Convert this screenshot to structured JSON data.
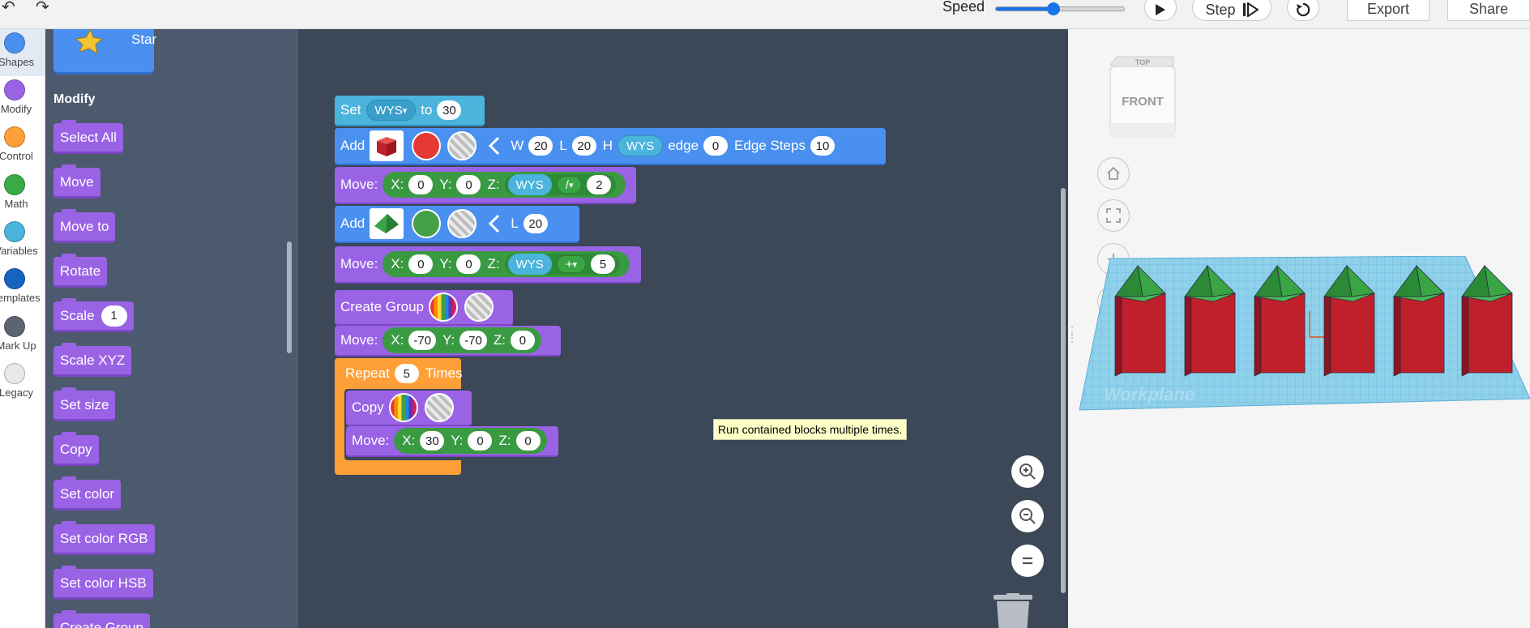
{
  "toolbar": {
    "undo_icon": "undo-arrow",
    "redo_icon": "redo-arrow",
    "speed_label": "Speed",
    "speed_value": 0.45,
    "step_label": "Step",
    "export_label": "Export",
    "share_label": "Share"
  },
  "categories": [
    {
      "label": "Shapes",
      "color": "#4a90f0",
      "selected": true
    },
    {
      "label": "Modify",
      "color": "#9a63e6"
    },
    {
      "label": "Control",
      "color": "#ff9f37"
    },
    {
      "label": "Math",
      "color": "#3aaa46"
    },
    {
      "label": "Variables",
      "color": "#4ab4dc"
    },
    {
      "label": "Templates",
      "color": "#1565c0"
    },
    {
      "label": "Mark Up",
      "color": "#5b6470"
    },
    {
      "label": "Legacy",
      "color": "#e8e8e8"
    }
  ],
  "flyout": {
    "star_label": "Star",
    "heading": "Modify",
    "blocks": [
      {
        "label": "Select All"
      },
      {
        "label": "Move"
      },
      {
        "label": "Move to"
      },
      {
        "label": "Rotate"
      },
      {
        "label": "Scale",
        "value": "1"
      },
      {
        "label": "Scale XYZ"
      },
      {
        "label": "Set size"
      },
      {
        "label": "Copy"
      },
      {
        "label": "Set color"
      },
      {
        "label": "Set color RGB"
      },
      {
        "label": "Set color HSB"
      },
      {
        "label": "Create Group"
      }
    ]
  },
  "program": {
    "set": {
      "label": "Set",
      "var": "WYS",
      "to": "to",
      "value": "30"
    },
    "add_box": {
      "label": "Add",
      "color": "#e53935",
      "w_label": "W",
      "w": "20",
      "l_label": "L",
      "l": "20",
      "h_label": "H",
      "h": "WYS",
      "edge_label": "edge",
      "edge": "0",
      "steps_label": "Edge Steps",
      "steps": "10"
    },
    "move1": {
      "label": "Move:",
      "x_label": "X:",
      "x": "0",
      "y_label": "Y:",
      "y": "0",
      "z_label": "Z:",
      "z_var": "WYS",
      "op": "/",
      "operand": "2"
    },
    "add_roof": {
      "label": "Add",
      "color": "#43a047",
      "l_label": "L",
      "l": "20"
    },
    "move2": {
      "label": "Move:",
      "x_label": "X:",
      "x": "0",
      "y_label": "Y:",
      "y": "0",
      "z_label": "Z:",
      "z_var": "WYS",
      "op": "+",
      "operand": "5"
    },
    "group": {
      "label": "Create Group"
    },
    "move3": {
      "label": "Move:",
      "x_label": "X:",
      "x": "-70",
      "y_label": "Y:",
      "y": "-70",
      "z_label": "Z:",
      "z": "0"
    },
    "repeat": {
      "label": "Repeat",
      "count": "5",
      "times": "Times"
    },
    "copy": {
      "label": "Copy"
    },
    "move4": {
      "label": "Move:",
      "x_label": "X:",
      "x": "30",
      "y_label": "Y:",
      "y": "0",
      "z_label": "Z:",
      "z": "0"
    }
  },
  "tooltip": "Run contained blocks multiple times.",
  "viewport": {
    "cube_top": "TOP",
    "cube_front": "FRONT",
    "workplane_label": "Workplane",
    "house_count": 6,
    "wall_color": "#c0202b",
    "roof_color": "#3aa544",
    "plane_color": "#8fd0ea"
  }
}
